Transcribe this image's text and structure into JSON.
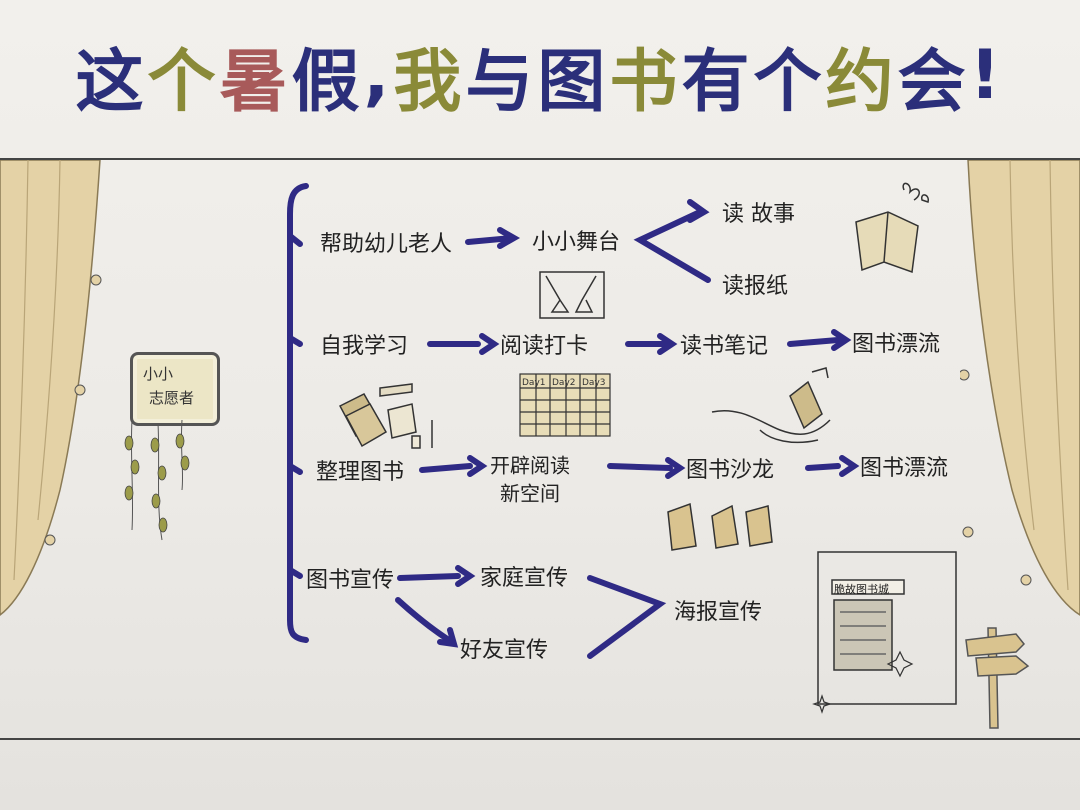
{
  "title": {
    "chars": [
      {
        "t": "这",
        "c": "#2b2f7a"
      },
      {
        "t": "个",
        "c": "#8a8a38"
      },
      {
        "t": "暑",
        "c": "#a85a5a"
      },
      {
        "t": "假",
        "c": "#2b2f7a"
      },
      {
        "t": ",",
        "c": "#2b2f7a"
      },
      {
        "t": "我",
        "c": "#8a8a38"
      },
      {
        "t": "与",
        "c": "#2b2f7a"
      },
      {
        "t": "图",
        "c": "#2b2f7a"
      },
      {
        "t": "书",
        "c": "#8a8a38"
      },
      {
        "t": "有",
        "c": "#2b2f7a"
      },
      {
        "t": "个",
        "c": "#2b2f7a"
      },
      {
        "t": "约",
        "c": "#8a8a38"
      },
      {
        "t": "会",
        "c": "#2b2f7a"
      },
      {
        "t": "!",
        "c": "#2b2f7a"
      }
    ]
  },
  "sign": {
    "line1": "小小",
    "line2": "志愿者"
  },
  "branches": {
    "b1": {
      "label": "帮助幼儿老人",
      "n1": "小小舞台",
      "n2a": "读 故事",
      "n2b": "读报纸"
    },
    "b2": {
      "label": "自我学习",
      "n1": "阅读打卡",
      "n2": "读书笔记",
      "n3": "图书漂流"
    },
    "b3": {
      "label": "整理图书",
      "n1a": "开辟阅读",
      "n1b": "新空间",
      "n2": "图书沙龙",
      "n3": "图书漂流"
    },
    "b4": {
      "label": "图书宣传",
      "n1": "家庭宣传",
      "n2": "好友宣传",
      "n3": "海报宣传"
    }
  },
  "checkin_grid": {
    "headers": [
      "Day1",
      "Day2",
      "Day3"
    ]
  },
  "poster": {
    "label": "脆故图书城"
  },
  "colors": {
    "marker": "#2f2a85",
    "curtain": "#e4d2a6",
    "ink": "#222222",
    "stick": "#d9c38f"
  }
}
